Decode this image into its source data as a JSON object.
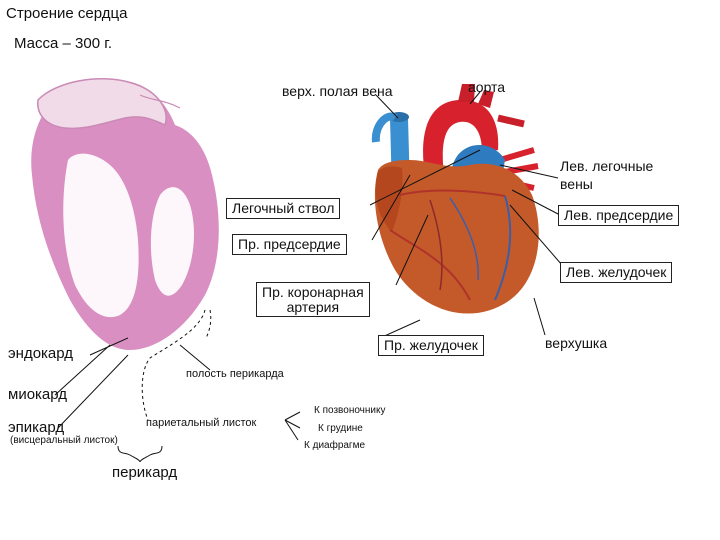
{
  "header": {
    "title": "Строение сердца",
    "mass": "Масса – 300 г."
  },
  "labels": {
    "svc": "верх. полая вена",
    "aorta": "аорта",
    "pulm_veins_l1": "Лев. легочные",
    "pulm_veins_l2": "вены",
    "pulm_trunk": "Легочный ствол",
    "left_atrium": "Лев. предсердие",
    "right_atrium": "Пр. предсердие",
    "left_ventricle": "Лев. желудочек",
    "coronary_l1": "Пр. коронарная",
    "coronary_l2": "артерия",
    "right_ventricle": "Пр. желудочек",
    "apex": "верхушка",
    "endocardium": "эндокард",
    "myocardium": "миокард",
    "epicardium": "эпикард",
    "visceral": "(висцеральный листок)",
    "pericardial_cavity": "полость перикарда",
    "parietal": "париетальный листок",
    "pericardium": "перикард",
    "to_spine": "К позвоночнику",
    "to_sternum": "К грудине",
    "to_diaphragm": "К диафрагме"
  }
}
